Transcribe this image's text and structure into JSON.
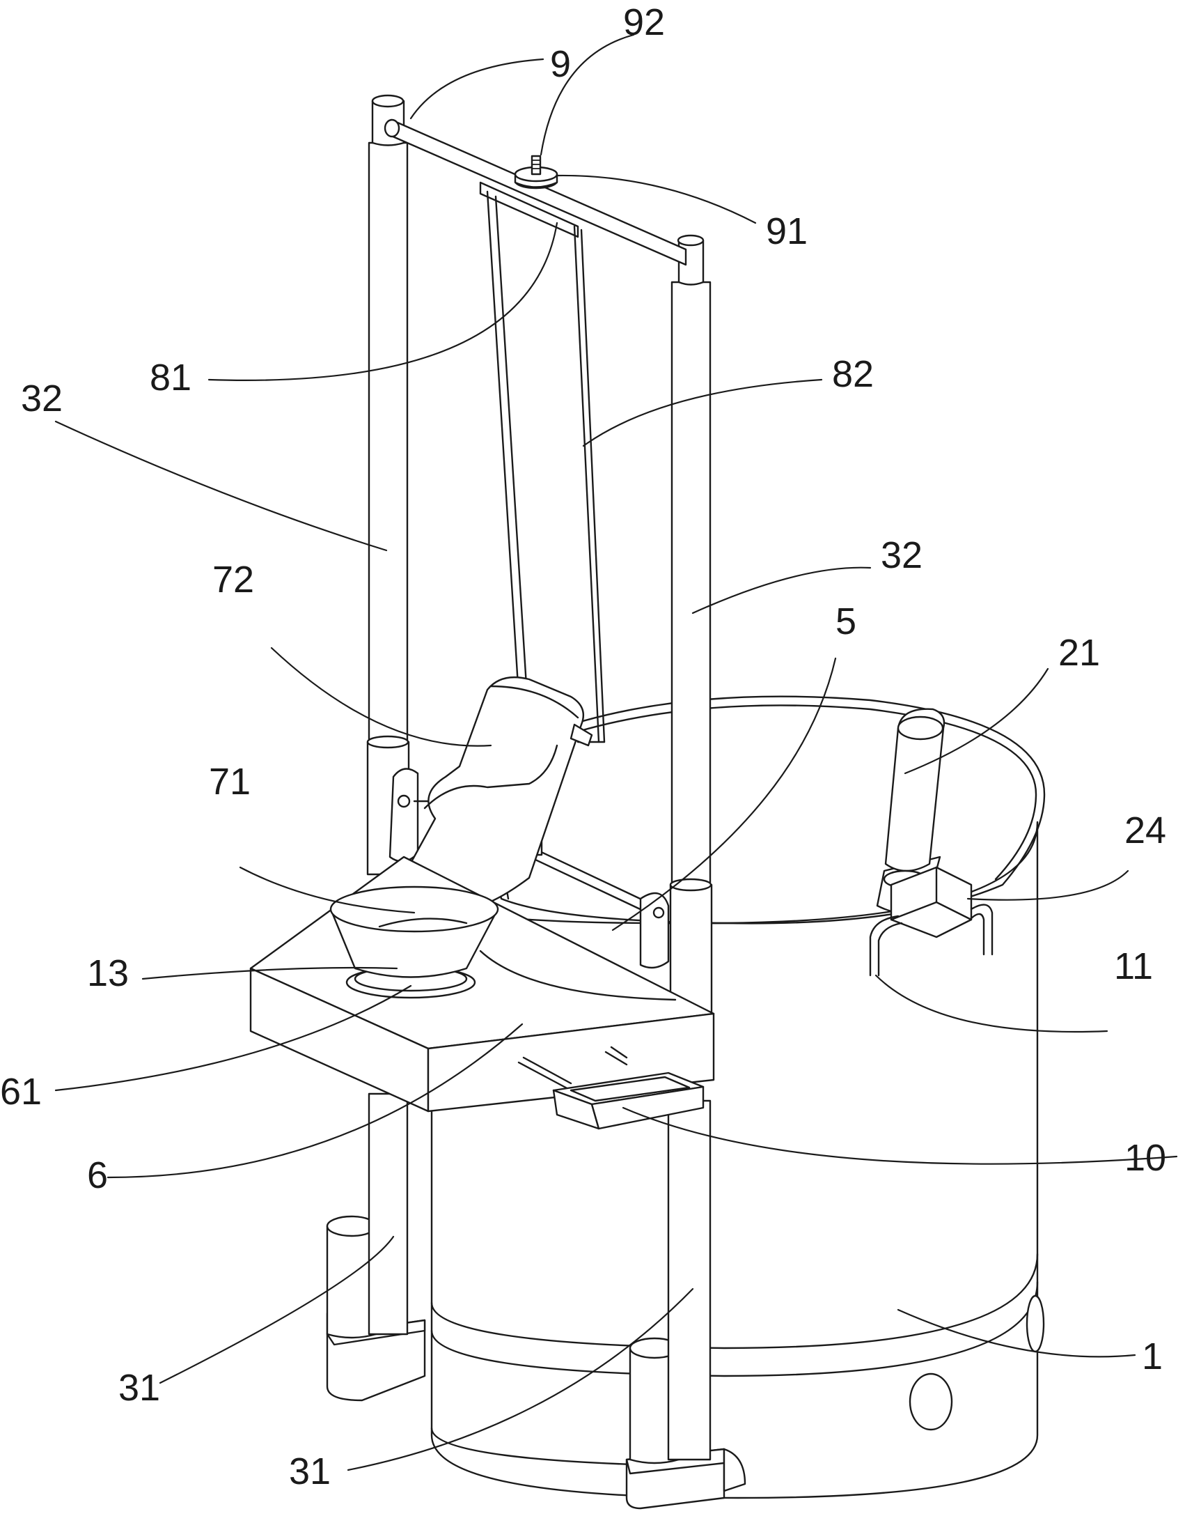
{
  "labels": {
    "l92": "92",
    "l9": "9",
    "l91": "91",
    "l81": "81",
    "l82": "82",
    "l32a": "32",
    "l32b": "32",
    "l72": "72",
    "l5": "5",
    "l21": "21",
    "l24": "24",
    "l71": "71",
    "l13": "13",
    "l11": "11",
    "l61": "61",
    "l10": "10",
    "l6": "6",
    "l1": "1",
    "l31a": "31",
    "l31b": "31"
  },
  "colors": {
    "stroke": "#1a1a1a",
    "background": "#ffffff"
  }
}
